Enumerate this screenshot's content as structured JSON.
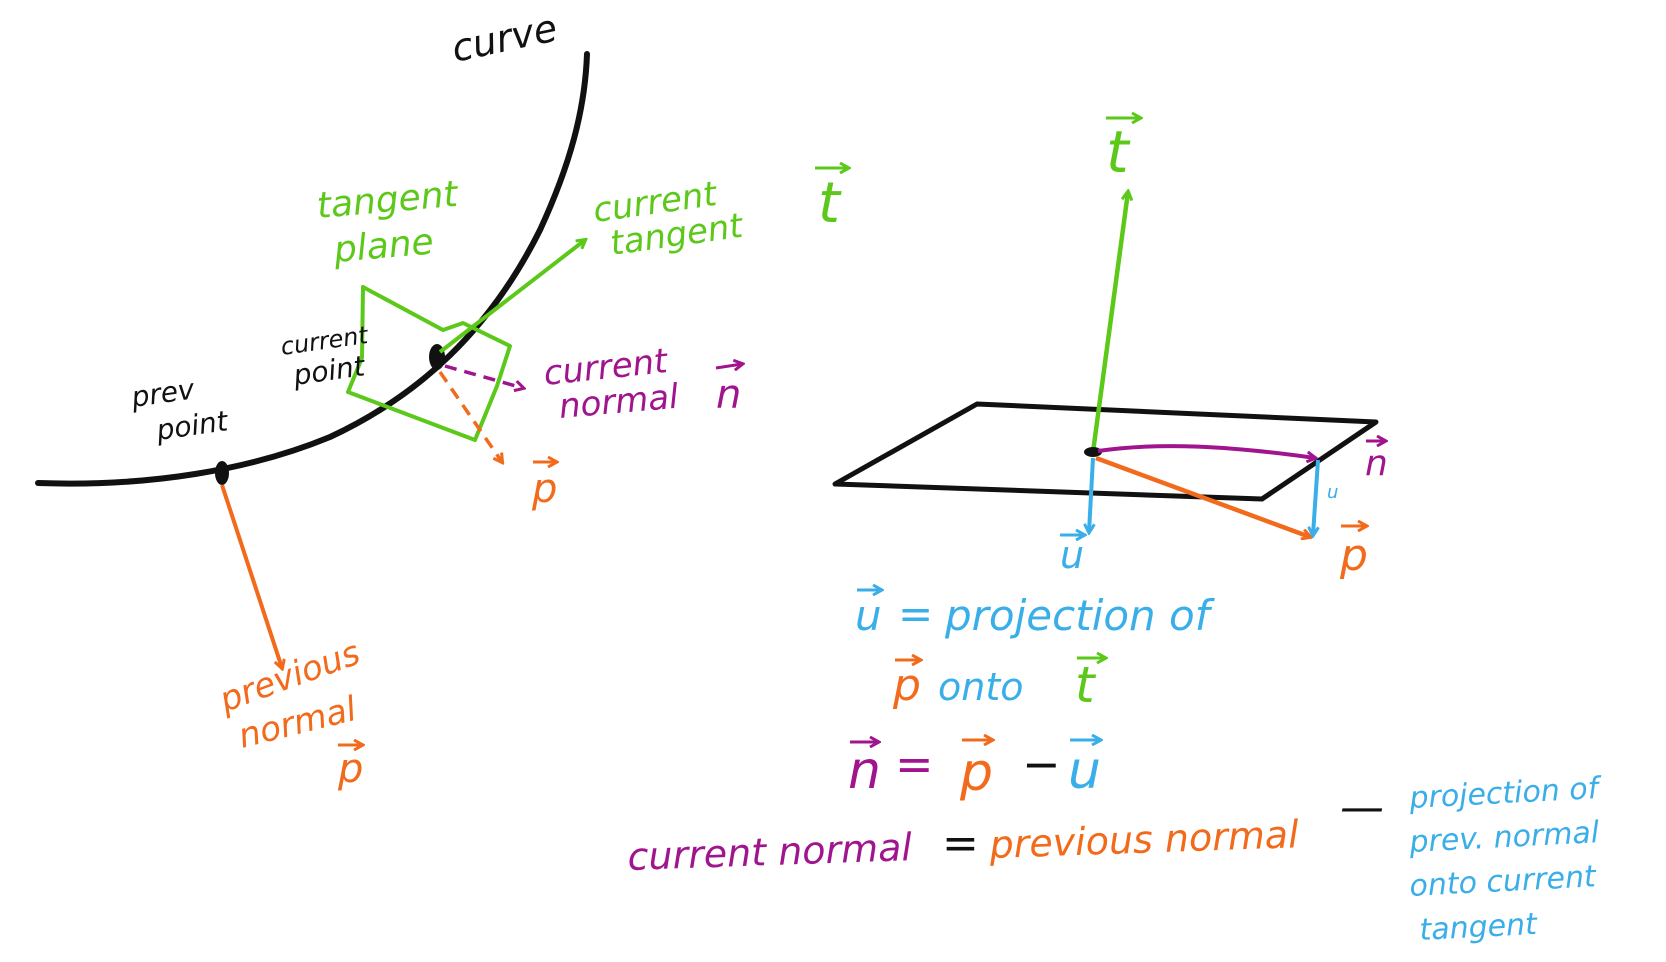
{
  "colors": {
    "black": "#111111",
    "green": "#5cc81a",
    "orange": "#f26a1b",
    "purple": "#a0158e",
    "blue": "#3aaee8"
  },
  "left": {
    "curve": "curve",
    "tangent_plane": [
      "tangent",
      "plane"
    ],
    "current_tangent": [
      "current",
      "tangent"
    ],
    "current_point": [
      "current",
      "point"
    ],
    "prev_point": [
      "prev",
      "point"
    ],
    "current_normal": [
      "current",
      "normal"
    ],
    "previous_normal": [
      "previous",
      "normal"
    ],
    "sym_t": "t",
    "sym_n": "n",
    "sym_p": "p"
  },
  "right": {
    "sym_t": "t",
    "sym_n": "n",
    "sym_p": "p",
    "sym_u": "u",
    "sym_u_small": "u"
  },
  "equations": {
    "line1": {
      "u": "u",
      "eq": "=",
      "text": "projection of"
    },
    "line2": {
      "p": "p",
      "onto": "onto",
      "t": "t"
    },
    "line3": {
      "n": "n",
      "eq": "=",
      "p": "p",
      "minus": "−",
      "u": "u"
    },
    "line4": {
      "lhs": "current normal",
      "eq": "=",
      "mid": "previous normal",
      "minus": "—",
      "rhs": [
        "projection of",
        "prev. normal",
        "onto current",
        "tangent"
      ]
    }
  }
}
